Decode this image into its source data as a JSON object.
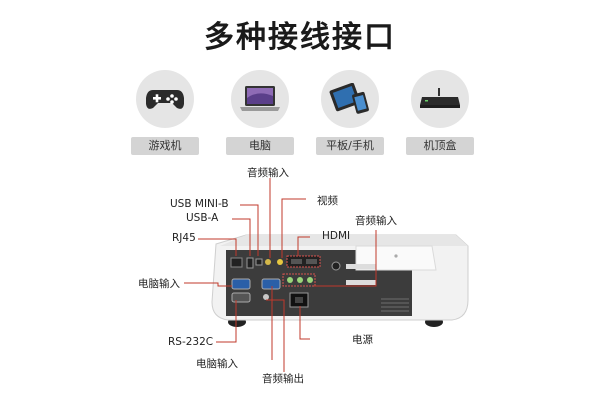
{
  "title": "多种接线接口",
  "devices": [
    {
      "label": "游戏机",
      "icon": "gamepad-icon"
    },
    {
      "label": "电脑",
      "icon": "laptop-icon"
    },
    {
      "label": "平板/手机",
      "icon": "tablet-phone-icon"
    },
    {
      "label": "机顶盒",
      "icon": "set-top-box-icon"
    }
  ],
  "ports": {
    "audio_in_top": "音频输入",
    "usb_mini_b": "USB MINI-B",
    "video": "视频",
    "usb_a": "USB-A",
    "audio_in_right": "音频输入",
    "hdmi": "HDMI",
    "rj45": "RJ45",
    "pc_in_top": "电脑输入",
    "rs232c": "RS-232C",
    "power": "电源",
    "pc_in_bottom": "电脑输入",
    "audio_out": "音频输出"
  },
  "colors": {
    "leader": "#c0392b",
    "port_box": "#d9534f"
  }
}
